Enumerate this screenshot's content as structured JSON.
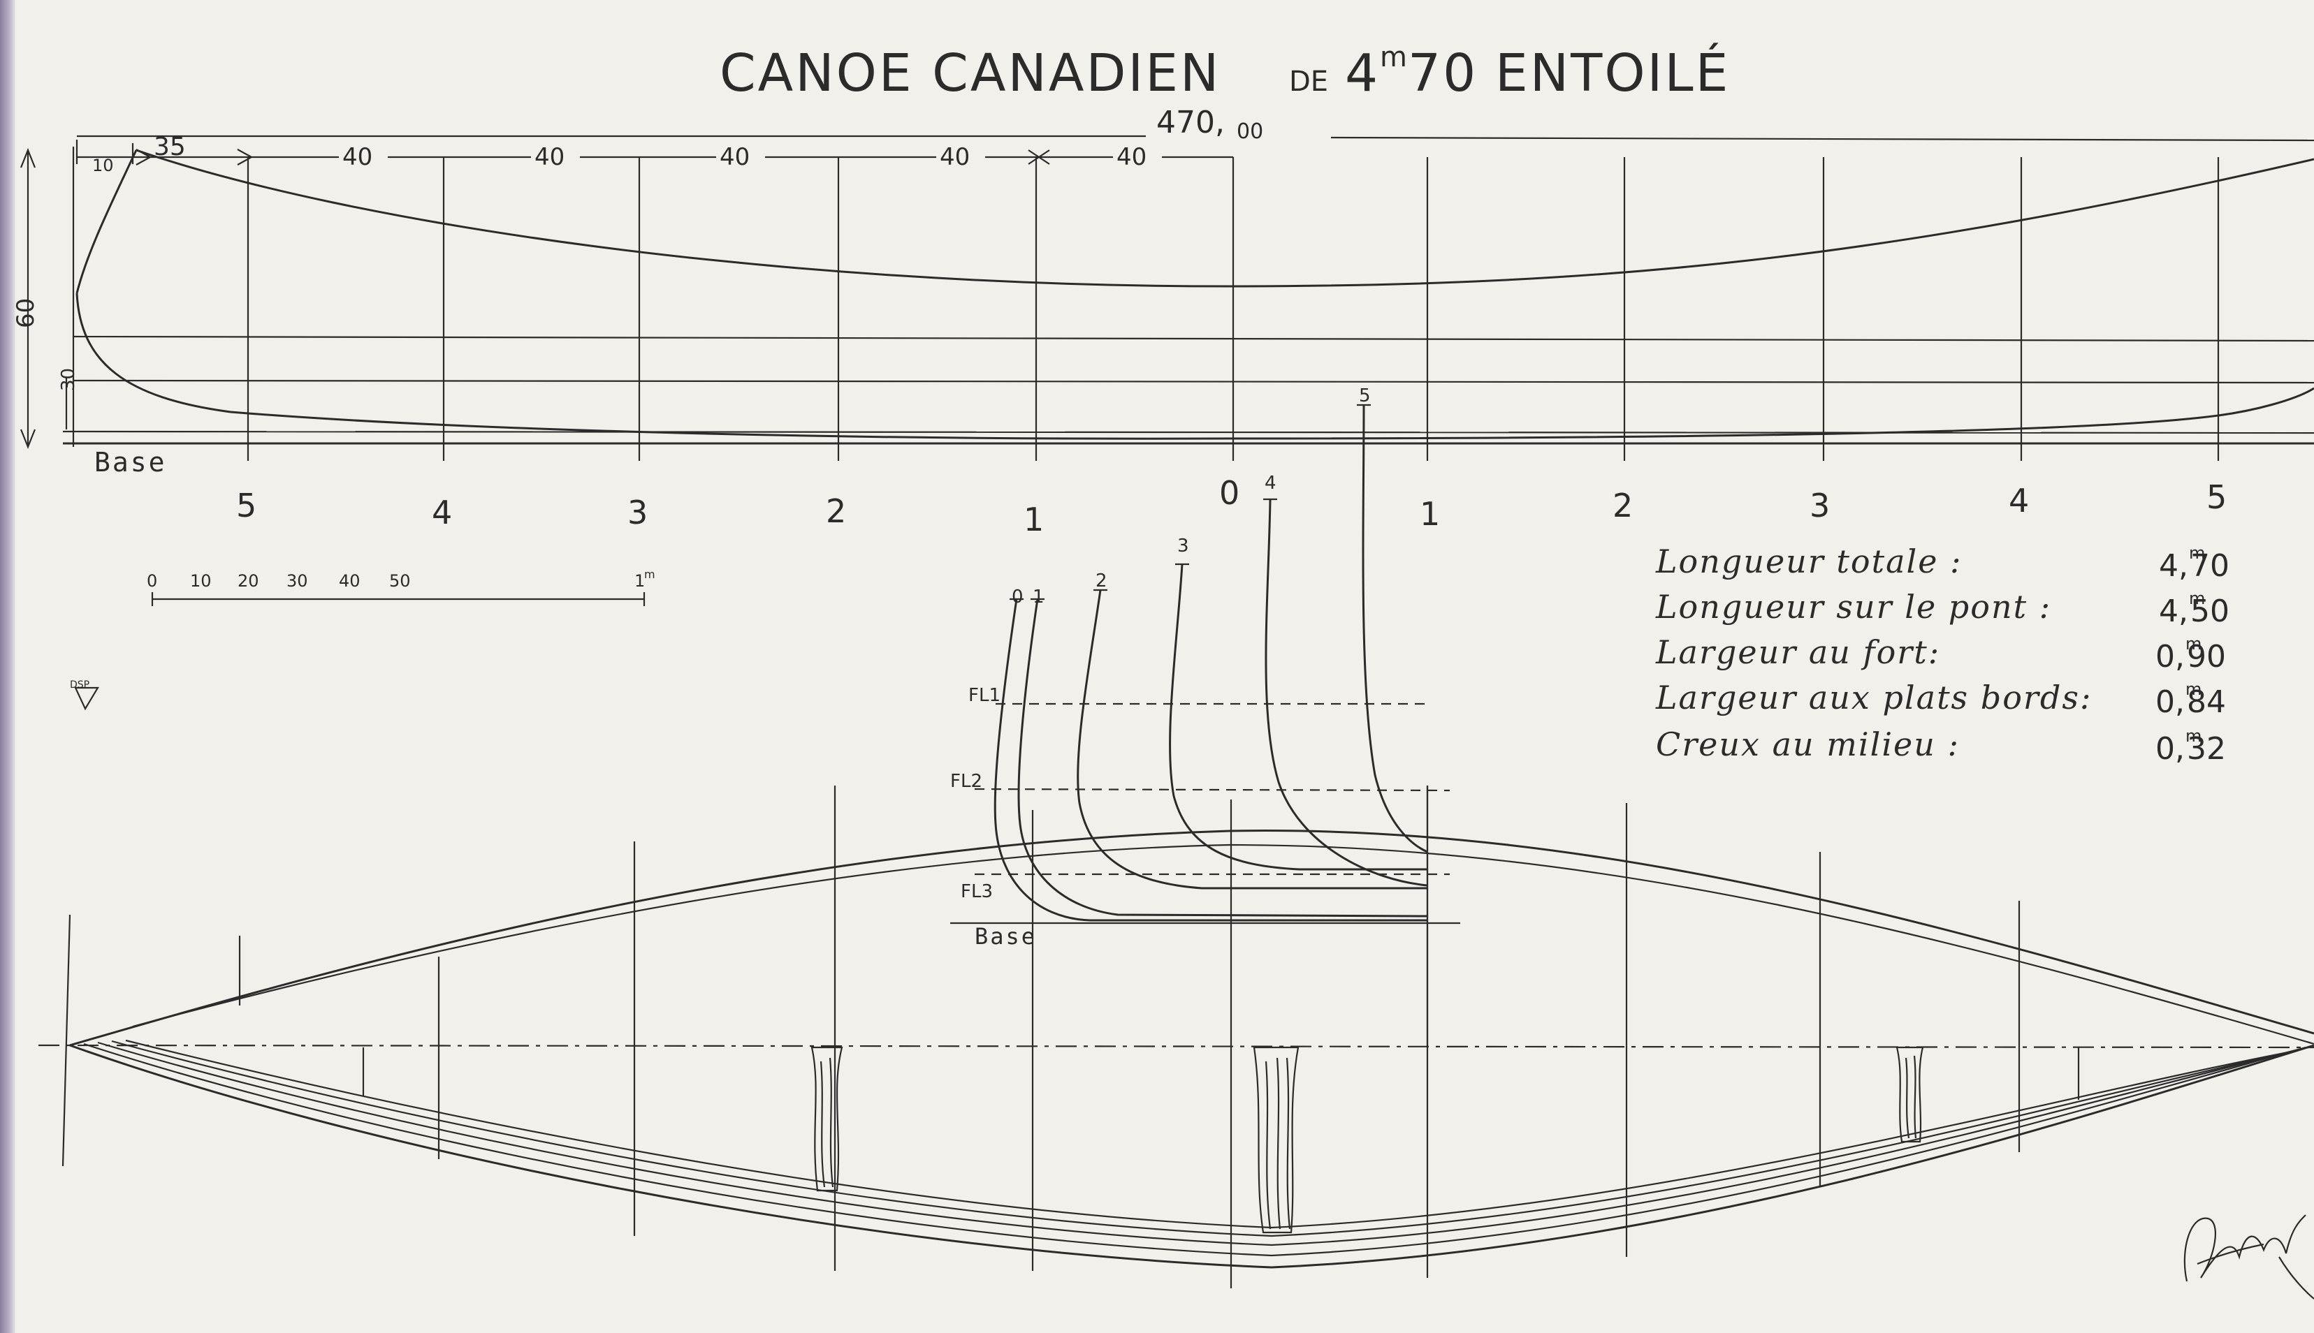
{
  "title": {
    "main": "CANOE CANADIEN",
    "de": "DE",
    "length": "4",
    "length_sup": "m",
    "length_dec": "70",
    "suffix": "ENTOILÉ"
  },
  "dimensions": {
    "overall": "470,",
    "overall_dec": "00",
    "bow_offset": "10",
    "first_gap": "35",
    "spacing": [
      "40",
      "40",
      "40",
      "40",
      "40"
    ],
    "height_total": "60",
    "height_mid": "30"
  },
  "profile": {
    "base_label": "Base",
    "stations_left": [
      "5",
      "4",
      "3",
      "2",
      "1"
    ],
    "station_center": "0",
    "stations_right": [
      "1",
      "2",
      "3",
      "4",
      "5"
    ]
  },
  "scale_bar": {
    "ticks": [
      "0",
      "10",
      "20",
      "30",
      "40",
      "50"
    ],
    "end_label": "1",
    "end_unit": "m"
  },
  "body_plan": {
    "sections": [
      "0",
      "1",
      "2",
      "3",
      "4",
      "5"
    ],
    "waterlines": [
      "FL1",
      "FL2",
      "FL3"
    ],
    "base_label": "Base"
  },
  "specs": [
    {
      "label": "Longueur totale :",
      "value": "4,",
      "unit": "m",
      "dec": "70"
    },
    {
      "label": "Longueur sur le pont :",
      "value": "4,",
      "unit": "m",
      "dec": "50"
    },
    {
      "label": "Largeur au fort:",
      "value": "0,",
      "unit": "m",
      "dec": "90"
    },
    {
      "label": "Largeur aux plats bords:",
      "value": "0,",
      "unit": "m",
      "dec": "84"
    },
    {
      "label": "Creux au milieu :",
      "value": "0,",
      "unit": "m",
      "dec": "32"
    }
  ],
  "marks": {
    "small_stamp": "DSP"
  },
  "colors": {
    "ink": "#2b2b2b",
    "paper": "#f2f0ea",
    "edge": "#8a7f9c"
  }
}
